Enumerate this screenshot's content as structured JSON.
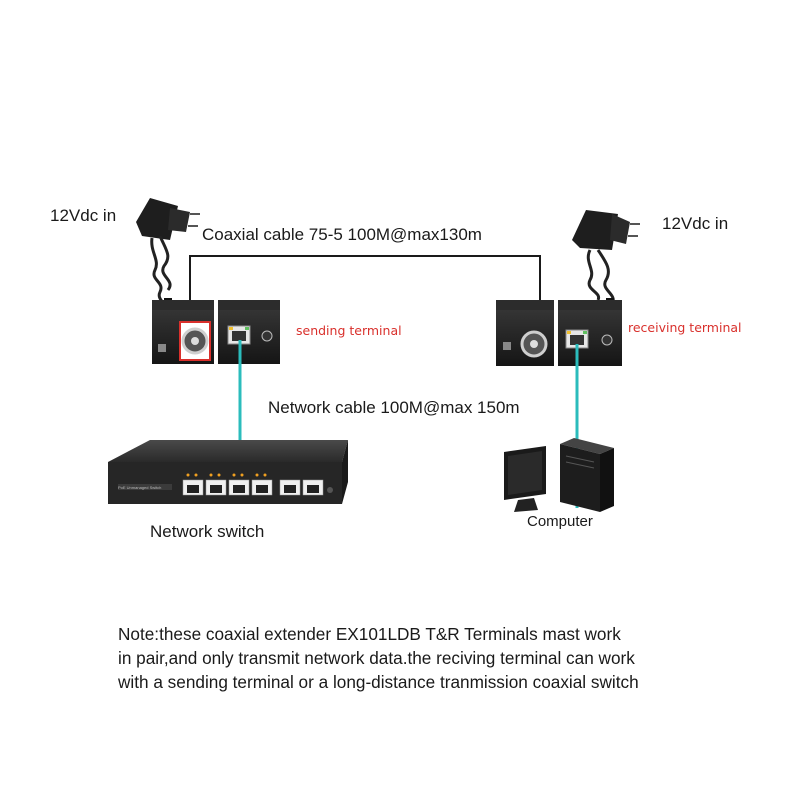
{
  "labels": {
    "power_left": "12Vdc in",
    "power_right": "12Vdc in",
    "coax_cable": "Coaxial cable 75-5 100M@max130m",
    "sending": "sending terminal",
    "receiving": "receiving terminal",
    "network_cable": "Network cable 100M@max 150m",
    "switch": "Network switch",
    "switch_panel": "PoE Unmanaged Switch",
    "computer": "Computer"
  },
  "note": {
    "line1": "Note:these coaxial extender EX101LDB T&R Terminals mast work",
    "line2": "in pair,and only transmit network data.the reciving terminal can work",
    "line3": "with a sending terminal or a long-distance tranmission coaxial switch"
  },
  "colors": {
    "network_cable": "#2bbcbc",
    "coax_cable": "#1a1a1a",
    "device_body": "#1c1c1c",
    "accent_red": "#d9302c"
  }
}
